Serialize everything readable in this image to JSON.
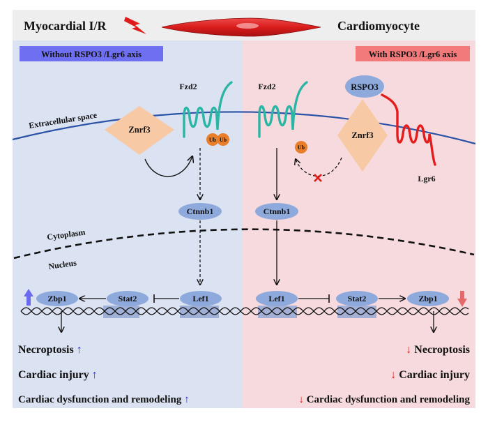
{
  "header": {
    "left_label": "Myocardial I/R",
    "right_label": "Cardiomyocyte"
  },
  "panels": {
    "left_title": "Without RSPO3 /Lgr6 axis",
    "right_title": "With RSPO3 /Lgr6 axis"
  },
  "compartments": {
    "extracellular": "Extracellular space",
    "cytoplasm": "Cytoplasm",
    "nucleus": "Nucleus"
  },
  "molecules": {
    "left": {
      "znrf3": "Znrf3",
      "fzd2": "Fzd2",
      "ub1": "Ub",
      "ub2": "Ub",
      "ctnnb1": "Ctnnb1",
      "lef1": "Lef1",
      "stat2": "Stat2",
      "zbp1": "Zbp1"
    },
    "right": {
      "rspo3": "RSPO3",
      "fzd2": "Fzd2",
      "znrf3": "Znrf3",
      "lgr6": "Lgr6",
      "ub": "Ub",
      "ctnnb1": "Ctnnb1",
      "lef1": "Lef1",
      "stat2": "Stat2",
      "zbp1": "Zbp1"
    }
  },
  "outcomes": {
    "left": [
      {
        "text": "Necroptosis",
        "arrow": "↑"
      },
      {
        "text": "Cardiac injury",
        "arrow": "↑"
      },
      {
        "text": "Cardiac dysfunction and remodeling",
        "arrow": "↑"
      }
    ],
    "right": [
      {
        "text": "Necroptosis",
        "arrow": "↓"
      },
      {
        "text": "Cardiac injury",
        "arrow": "↓"
      },
      {
        "text": "Cardiac dysfunction and remodeling",
        "arrow": "↓"
      }
    ]
  },
  "colors": {
    "left_bg": "#dbe2f2",
    "right_bg": "#f7dadd",
    "header_bg": "#eeeeee",
    "left_title_bg": "#6f6ff2",
    "right_title_bg": "#f27a7a",
    "membrane": "#2a52a6",
    "node_fill": "#8ea9dc",
    "znrf3_fill": "#f7c9a5",
    "fzd2_stroke": "#2bb5a5",
    "lgr6_stroke": "#e51c1c",
    "ub_fill": "#e97f2a",
    "up_arrow": "#2a2ae0",
    "down_arrow": "#e01b1b",
    "block_x": "#e01b1b",
    "cell_red": "#d91c1c"
  },
  "icons": {
    "lightning": "lightning-bolt-icon",
    "cell": "cardiomyocyte-cell-icon",
    "up": "blue-up-arrow-icon",
    "down": "red-down-arrow-icon",
    "block": "red-x-block-icon"
  }
}
